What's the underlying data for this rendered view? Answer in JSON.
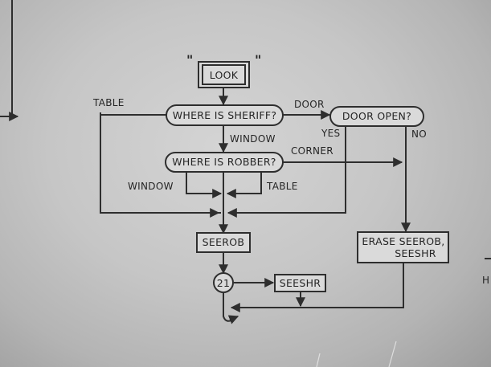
{
  "nodes": {
    "look": "LOOK",
    "look_quote_open": "\"",
    "look_quote_close": "\"",
    "where_sheriff": "WHERE IS SHERIFF?",
    "door_open": "DOOR OPEN?",
    "where_robber": "WHERE IS ROBBER?",
    "seerob": "SEEROB",
    "connector": "21",
    "seeshr": "SEESHR",
    "erase_line1": "ERASE SEEROB,",
    "erase_line2": "SEESHR"
  },
  "edge_labels": {
    "table_top": "TABLE",
    "door": "DOOR",
    "window_top": "WINDOW",
    "yes": "YES",
    "no": "NO",
    "corner": "CORNER",
    "window_bottom": "WINDOW",
    "table_bottom": "TABLE"
  },
  "edge_text": {
    "right_fragment": "H"
  }
}
